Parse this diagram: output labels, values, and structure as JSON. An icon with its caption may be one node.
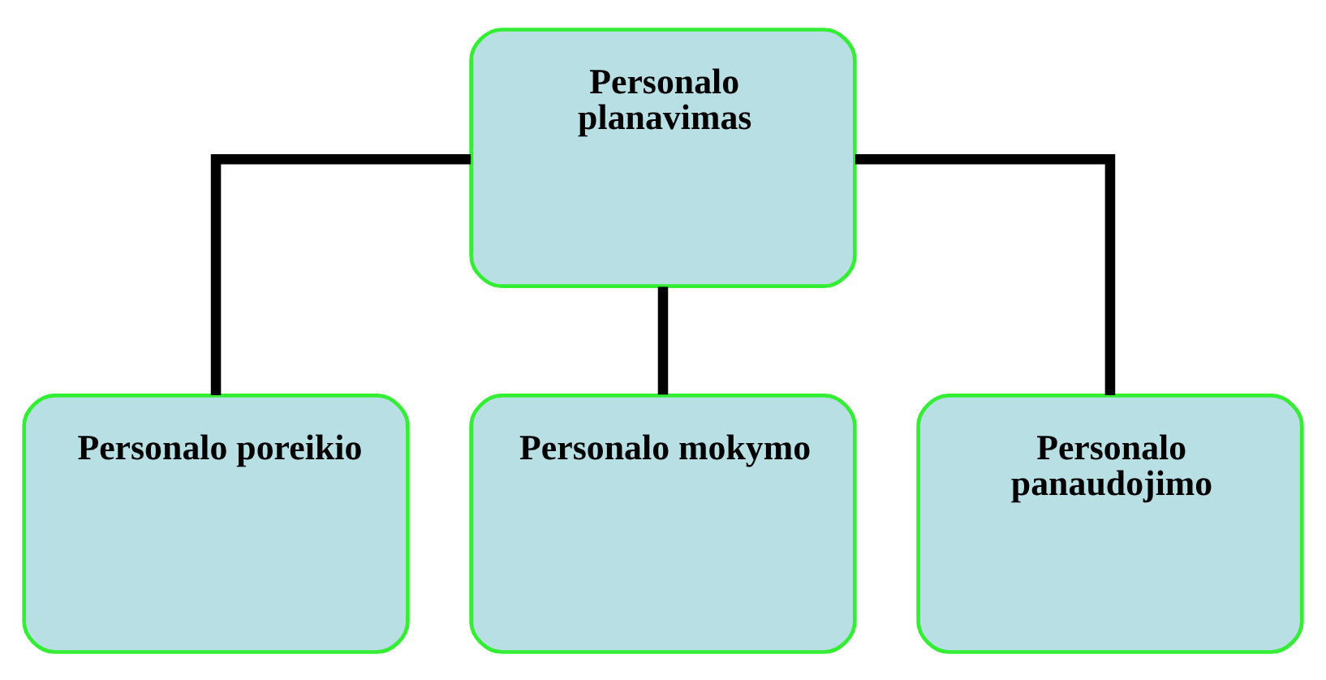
{
  "diagram": {
    "nodes": [
      {
        "text": [
          "Personalo planavimas"
        ]
      },
      {
        "text": [
          "Personalo poreikio"
        ]
      },
      {
        "text": [
          "Personalo mokymo"
        ]
      },
      {
        "text": [
          "Personalo panaudojimo"
        ]
      }
    ],
    "edges": [
      {
        "from": 0,
        "to": 1,
        "arrow": "none"
      },
      {
        "from": 0,
        "to": 2,
        "arrow": "none"
      },
      {
        "from": 0,
        "to": 3,
        "arrow": "none"
      }
    ]
  }
}
